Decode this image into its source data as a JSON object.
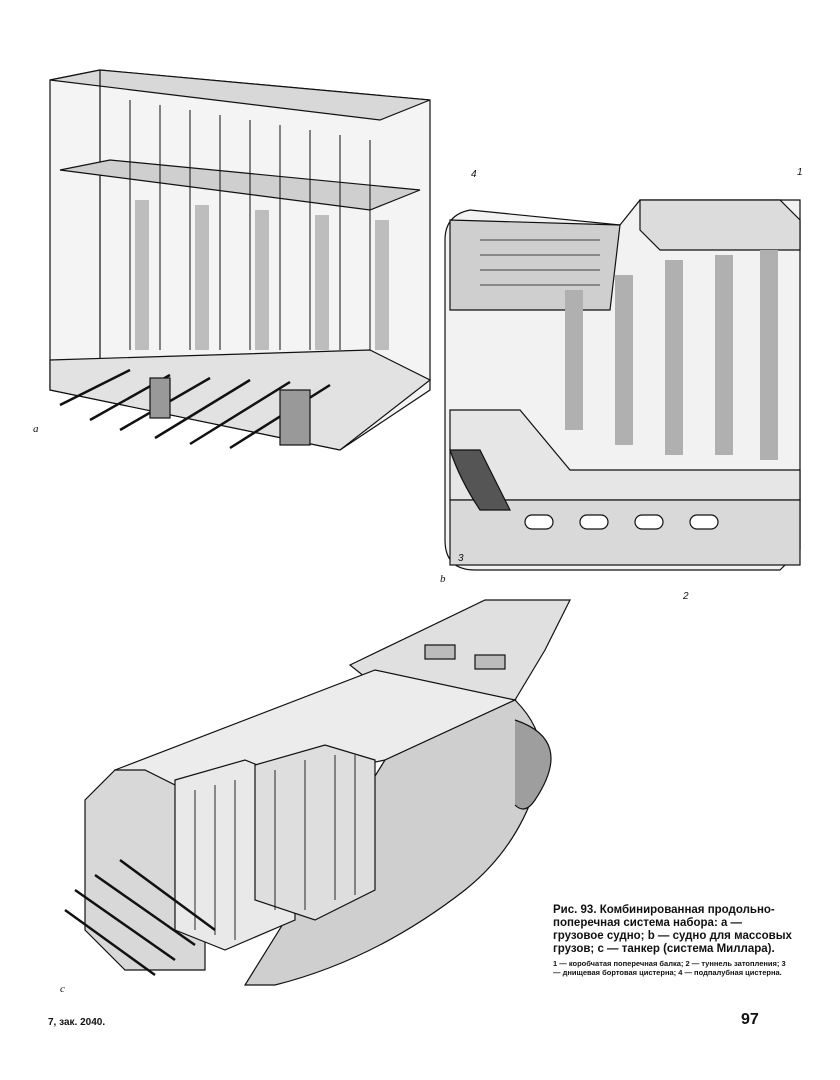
{
  "figure": {
    "labels": {
      "a": "a",
      "b": "b",
      "c": "c"
    },
    "callouts": [
      "1",
      "2",
      "3",
      "4"
    ]
  },
  "caption": {
    "title": "Рис. 93. Комбинированная продольно-поперечная система набора: а — грузовое судно; b — судно для массовых грузов; с — танкер (система Миллара).",
    "legend": "1 — коробчатая поперечная балка; 2 — туннель затопления; 3 — днищевая бортовая цистерна; 4 — подпалубная цистерна."
  },
  "footer": {
    "left": "7, зак. 2040.",
    "page_number": "97"
  },
  "colors": {
    "ink": "#111111",
    "paper": "#ffffff",
    "shade": "#8a8a8a"
  }
}
